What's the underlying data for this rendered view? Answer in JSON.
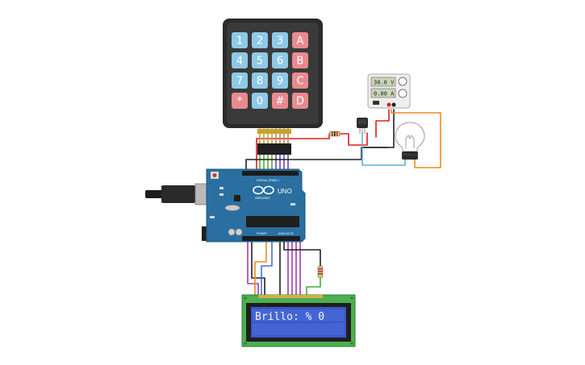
{
  "keypad": {
    "keys": [
      {
        "label": "1",
        "kind": "num"
      },
      {
        "label": "2",
        "kind": "num"
      },
      {
        "label": "3",
        "kind": "num"
      },
      {
        "label": "A",
        "kind": "letter"
      },
      {
        "label": "4",
        "kind": "num"
      },
      {
        "label": "5",
        "kind": "num"
      },
      {
        "label": "6",
        "kind": "num"
      },
      {
        "label": "B",
        "kind": "letter"
      },
      {
        "label": "7",
        "kind": "num"
      },
      {
        "label": "8",
        "kind": "num"
      },
      {
        "label": "9",
        "kind": "num"
      },
      {
        "label": "C",
        "kind": "letter"
      },
      {
        "label": "*",
        "kind": "letter"
      },
      {
        "label": "0",
        "kind": "num"
      },
      {
        "label": "#",
        "kind": "letter"
      },
      {
        "label": "D",
        "kind": "letter"
      }
    ]
  },
  "power_supply": {
    "voltage": "30.0 V",
    "current": "0.00 A"
  },
  "arduino": {
    "brand": "ARDUINO",
    "model": "UNO",
    "digital_label": "DIGITAL (PWM~)",
    "power_label": "POWER",
    "analog_label": "ANALOG IN"
  },
  "lcd": {
    "text": "Brillo: % 0"
  },
  "colors": {
    "key_num": "#8ec9e8",
    "key_letter": "#e88a8f",
    "board": "#2a6f9f",
    "lcd_screen": "#3a57c9",
    "lcd_pcb": "#4caf50",
    "wire_orange": "#f08a1c",
    "wire_blue": "#5ab4d6",
    "wire_red": "#e01c1c",
    "wire_purple": "#a23ab0",
    "wire_green": "#3fae3f"
  }
}
